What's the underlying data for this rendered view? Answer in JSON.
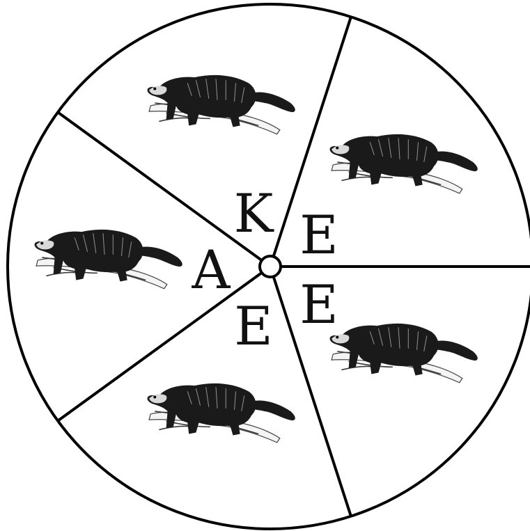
{
  "spinner": {
    "sectors": [
      {
        "letter": "K",
        "image": "fisher-animal-icon"
      },
      {
        "letter": "E",
        "image": "fisher-animal-icon"
      },
      {
        "letter": "E",
        "image": "fisher-animal-icon"
      },
      {
        "letter": "E",
        "image": "fisher-animal-icon"
      },
      {
        "letter": "A",
        "image": "fisher-animal-icon"
      }
    ],
    "colors": {
      "line": "#000000",
      "background": "#ffffff",
      "letter": "#111111"
    }
  }
}
